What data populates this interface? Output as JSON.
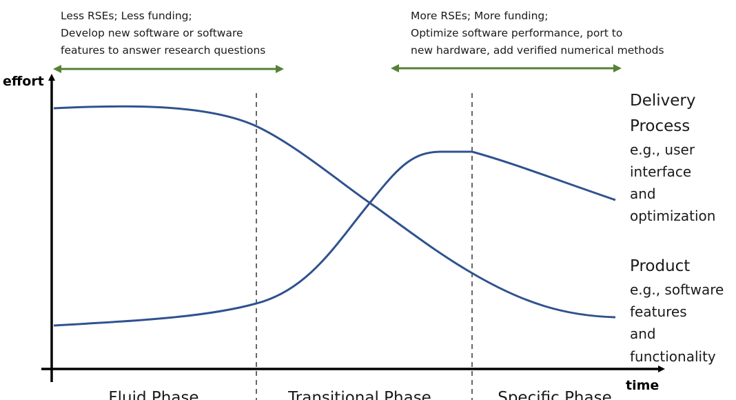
{
  "annotations": {
    "left": {
      "lines": [
        "Less RSEs; Less funding;",
        "Develop new software or software",
        "features to answer research questions"
      ]
    },
    "right": {
      "lines": [
        "More RSEs; More funding;",
        "Optimize software performance, port to",
        "new hardware, add verified numerical methods"
      ]
    }
  },
  "axes": {
    "y_label": "effort",
    "x_label": "time"
  },
  "curves": {
    "delivery": {
      "title_lines": [
        "Delivery",
        "Process"
      ],
      "desc_lines": [
        "e.g., user",
        "interface",
        "and",
        "optimization"
      ]
    },
    "product": {
      "title_lines": [
        "Product"
      ],
      "desc_lines": [
        "e.g., software",
        "features",
        "and",
        "functionality"
      ]
    }
  },
  "phases": [
    "Fluid Phase",
    "Transitional Phase",
    "Specific Phase"
  ],
  "colors": {
    "curve": "#2f528f",
    "arrow": "#548235",
    "axis": "#000000",
    "divider": "#404040"
  }
}
